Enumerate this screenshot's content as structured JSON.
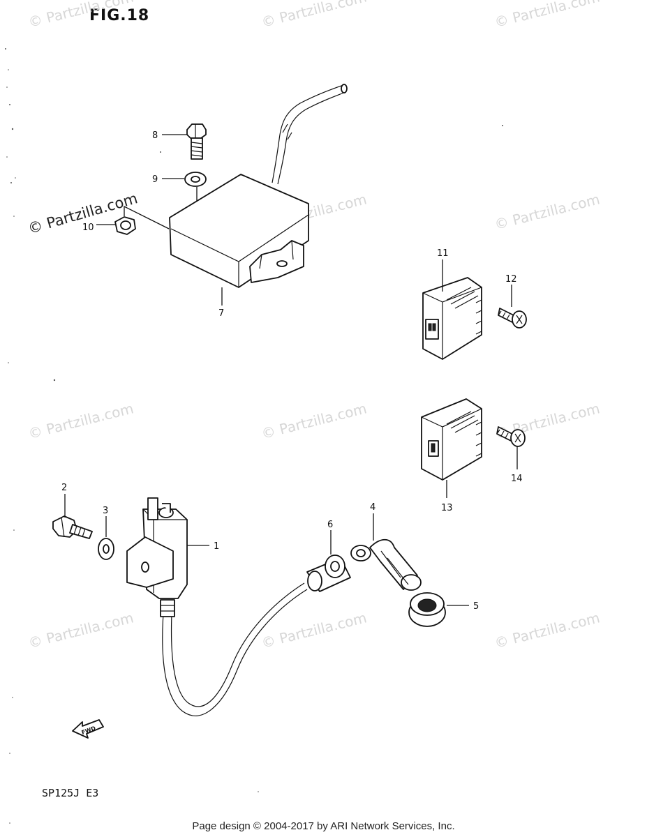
{
  "figure": {
    "title": "FIG.18"
  },
  "model_code": "SP125J E3",
  "footer": "Page design © 2004-2017 by ARI Network Services, Inc.",
  "watermark": {
    "text": "© Partzilla.com"
  },
  "parts": [
    {
      "number": "1"
    },
    {
      "number": "2"
    },
    {
      "number": "3"
    },
    {
      "number": "4"
    },
    {
      "number": "5"
    },
    {
      "number": "6"
    },
    {
      "number": "7"
    },
    {
      "number": "8"
    },
    {
      "number": "9"
    },
    {
      "number": "10"
    },
    {
      "number": "11"
    },
    {
      "number": "12"
    },
    {
      "number": "13"
    },
    {
      "number": "14"
    }
  ],
  "fwd_arrow": {
    "label": "FWD"
  }
}
